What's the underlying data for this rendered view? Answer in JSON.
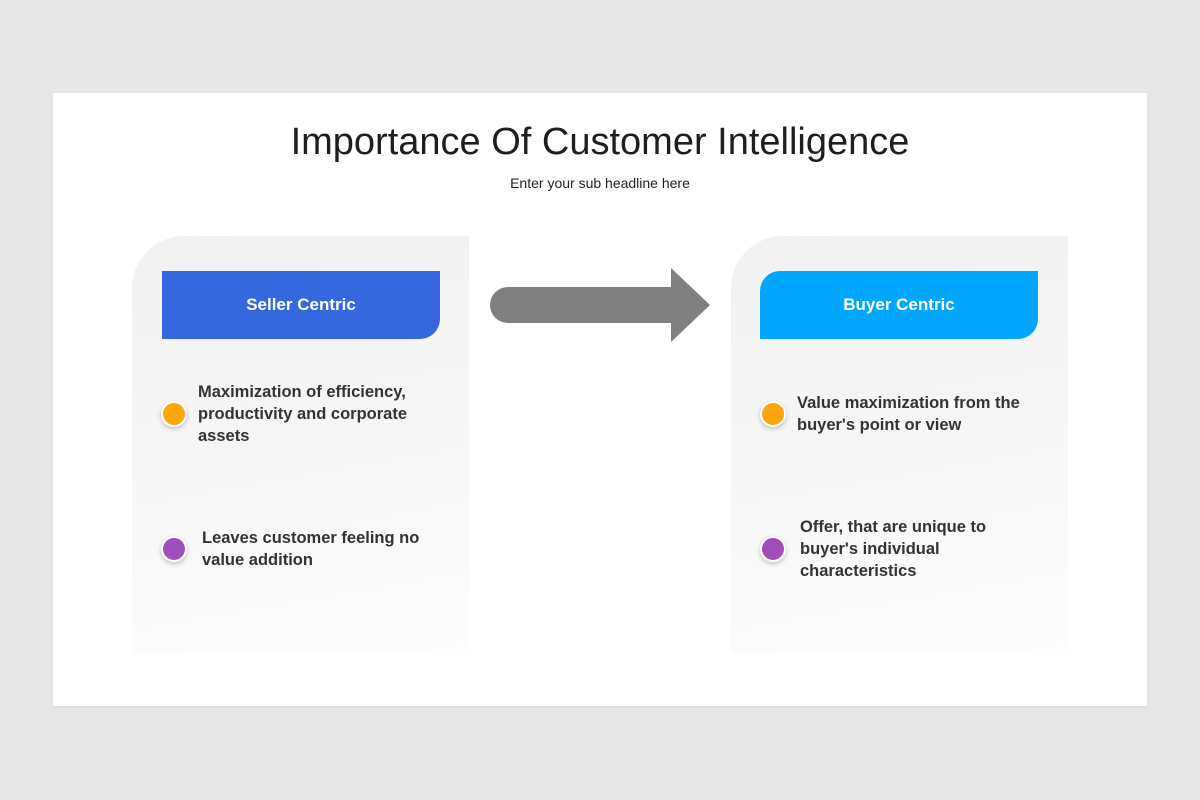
{
  "title": "Importance Of Customer Intelligence",
  "subtitle": "Enter your sub headline here",
  "colors": {
    "seller_header": "#3567de",
    "buyer_header": "#01a6fd",
    "dot_orange": "#ffa40b",
    "dot_purple": "#a04fba",
    "arrow": "#808080"
  },
  "seller": {
    "heading": "Seller Centric",
    "points": [
      "Maximization of efficiency, productivity and corporate assets",
      "Leaves customer feeling no value addition"
    ]
  },
  "buyer": {
    "heading": "Buyer Centric",
    "points": [
      "Value maximization from the buyer's point or view",
      "Offer, that are unique to buyer's individual characteristics"
    ]
  }
}
